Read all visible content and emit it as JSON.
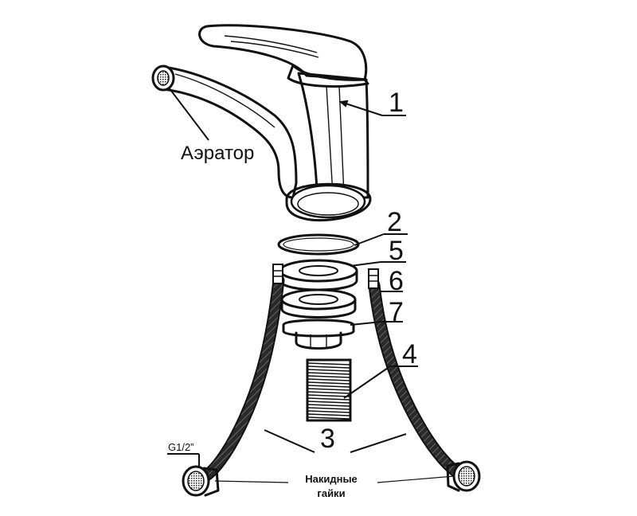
{
  "labels": {
    "aerator": "Аэратор",
    "n1": "1",
    "n2": "2",
    "n3": "3",
    "n4": "4",
    "n5": "5",
    "n6": "6",
    "n7": "7",
    "thread": "G1/2”",
    "nuts_line1": "Накидные",
    "nuts_line2": "гайки"
  }
}
